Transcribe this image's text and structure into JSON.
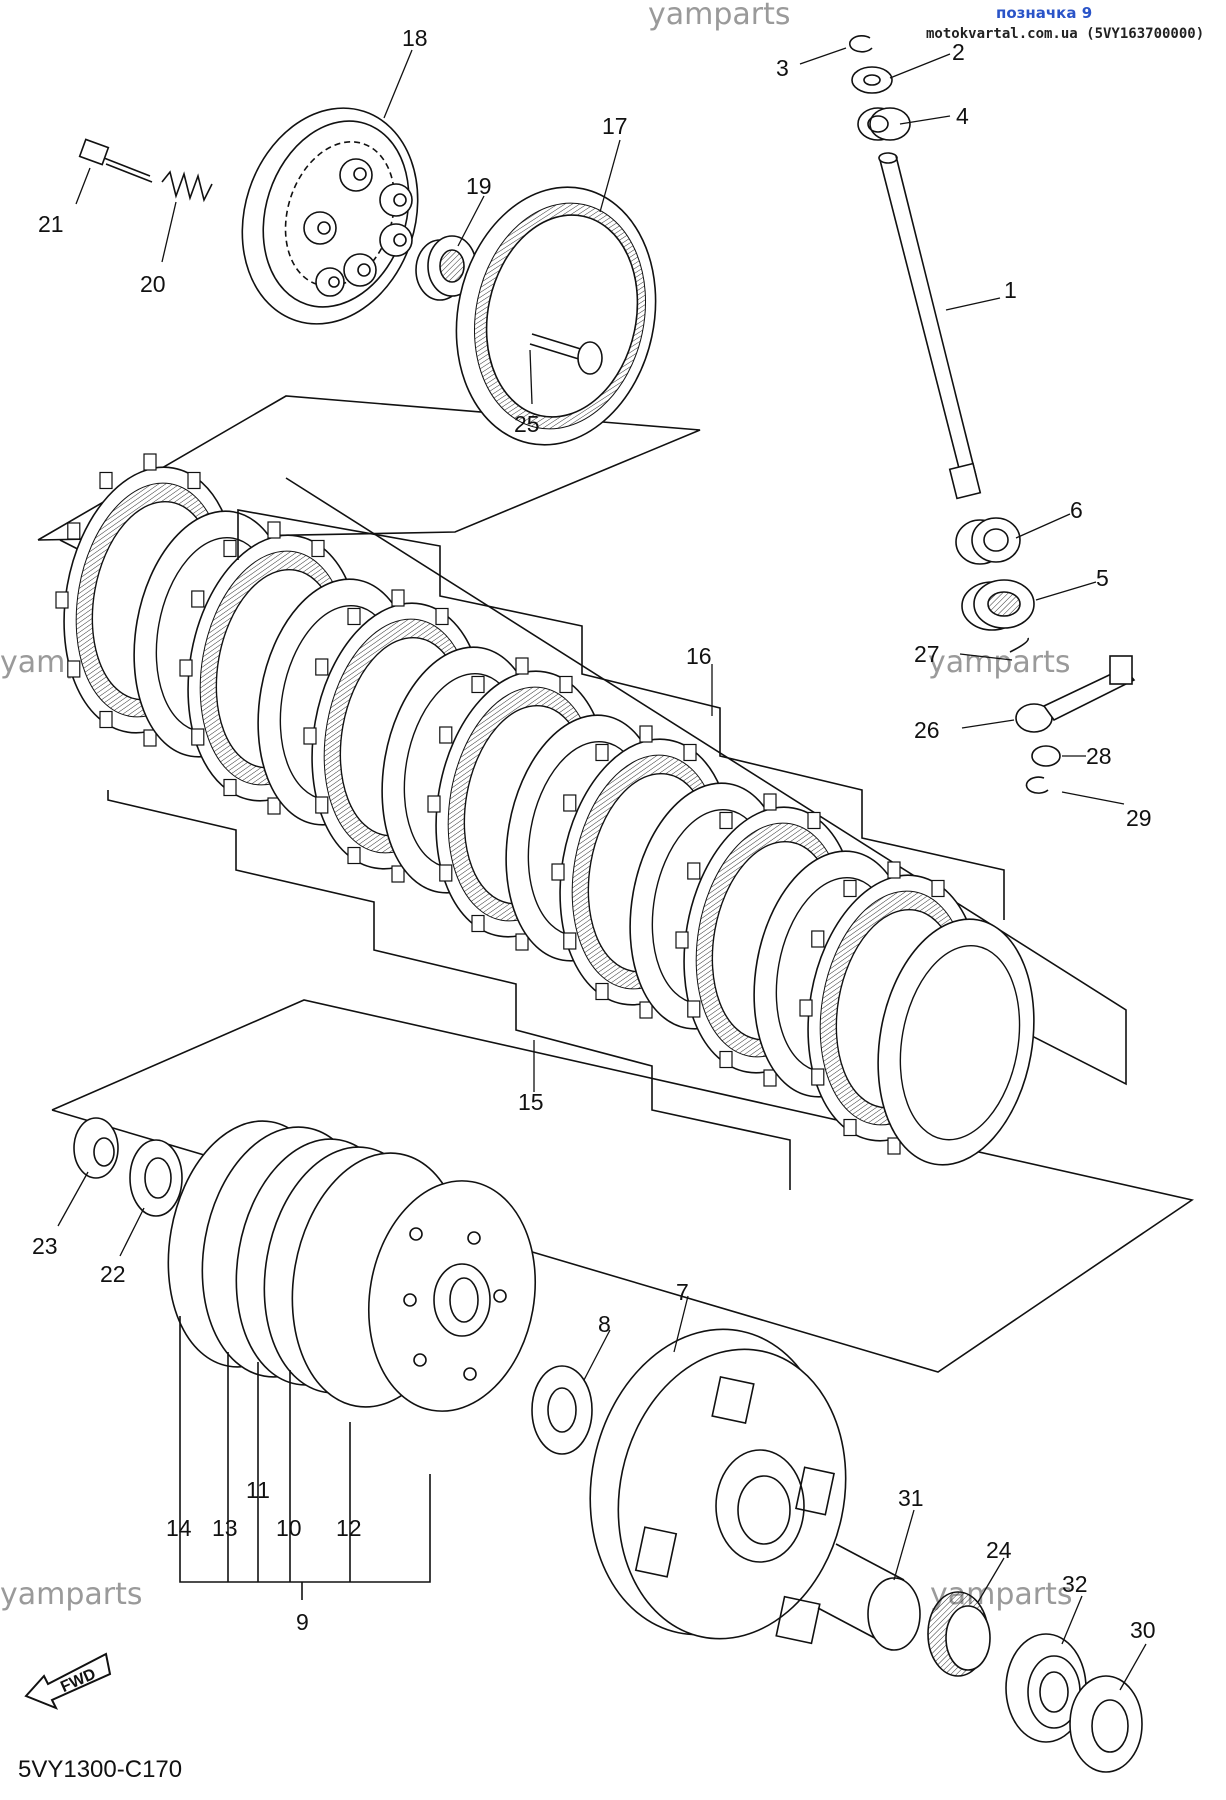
{
  "header": {
    "page_label": "позначка 9",
    "site": "motokvartal.com.ua (5VY163700000)"
  },
  "watermark": "yamparts",
  "diagram_code": "5VY1300-C170",
  "fwd_label": "FWD",
  "callouts": [
    {
      "id": "1",
      "label": "1"
    },
    {
      "id": "2",
      "label": "2"
    },
    {
      "id": "3",
      "label": "3"
    },
    {
      "id": "4",
      "label": "4"
    },
    {
      "id": "5",
      "label": "5"
    },
    {
      "id": "6",
      "label": "6"
    },
    {
      "id": "7",
      "label": "7"
    },
    {
      "id": "8",
      "label": "8"
    },
    {
      "id": "9",
      "label": "9"
    },
    {
      "id": "10",
      "label": "10"
    },
    {
      "id": "11",
      "label": "11"
    },
    {
      "id": "12",
      "label": "12"
    },
    {
      "id": "13",
      "label": "13"
    },
    {
      "id": "14",
      "label": "14"
    },
    {
      "id": "15",
      "label": "15"
    },
    {
      "id": "16",
      "label": "16"
    },
    {
      "id": "17",
      "label": "17"
    },
    {
      "id": "18",
      "label": "18"
    },
    {
      "id": "19",
      "label": "19"
    },
    {
      "id": "20",
      "label": "20"
    },
    {
      "id": "21",
      "label": "21"
    },
    {
      "id": "22",
      "label": "22"
    },
    {
      "id": "23",
      "label": "23"
    },
    {
      "id": "24",
      "label": "24"
    },
    {
      "id": "25",
      "label": "25"
    },
    {
      "id": "26",
      "label": "26"
    },
    {
      "id": "27",
      "label": "27"
    },
    {
      "id": "28",
      "label": "28"
    },
    {
      "id": "29",
      "label": "29"
    },
    {
      "id": "30",
      "label": "30"
    },
    {
      "id": "31",
      "label": "31"
    },
    {
      "id": "32",
      "label": "32"
    }
  ]
}
